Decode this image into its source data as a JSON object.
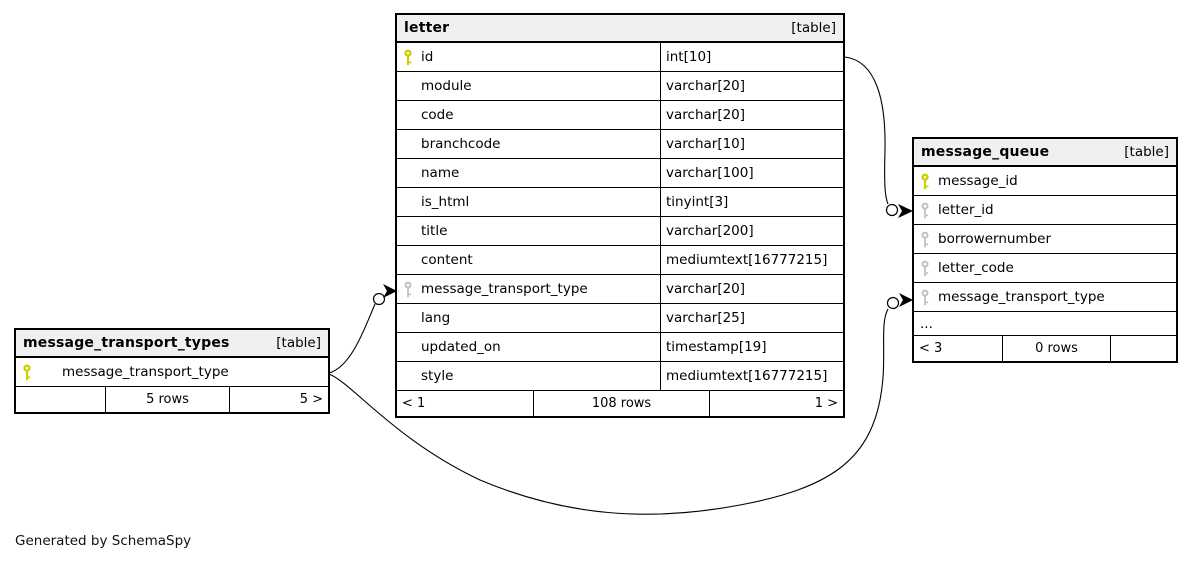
{
  "diagram": {
    "generator_note": "Generated by SchemaSpy"
  },
  "colors": {
    "header_bg": "#f0f0f0",
    "border": "#000000",
    "primary_key": "#cfcf00",
    "foreign_key": "#c3c3c3",
    "background": "#ffffff"
  },
  "tables": {
    "letter": {
      "title": "letter",
      "badge": "[table]",
      "columns": [
        {
          "name": "id",
          "type": "int[10]",
          "key": "primary"
        },
        {
          "name": "module",
          "type": "varchar[20]",
          "key": "none"
        },
        {
          "name": "code",
          "type": "varchar[20]",
          "key": "none"
        },
        {
          "name": "branchcode",
          "type": "varchar[10]",
          "key": "none"
        },
        {
          "name": "name",
          "type": "varchar[100]",
          "key": "none"
        },
        {
          "name": "is_html",
          "type": "tinyint[3]",
          "key": "none"
        },
        {
          "name": "title",
          "type": "varchar[200]",
          "key": "none"
        },
        {
          "name": "content",
          "type": "mediumtext[16777215]",
          "key": "none"
        },
        {
          "name": "message_transport_type",
          "type": "varchar[20]",
          "key": "foreign"
        },
        {
          "name": "lang",
          "type": "varchar[25]",
          "key": "none"
        },
        {
          "name": "updated_on",
          "type": "timestamp[19]",
          "key": "none"
        },
        {
          "name": "style",
          "type": "mediumtext[16777215]",
          "key": "none"
        }
      ],
      "footer": {
        "left": "< 1",
        "center": "108 rows",
        "right": "1 >"
      }
    },
    "message_queue": {
      "title": "message_queue",
      "badge": "[table]",
      "columns": [
        {
          "name": "message_id",
          "key": "primary"
        },
        {
          "name": "letter_id",
          "key": "foreign"
        },
        {
          "name": "borrowernumber",
          "key": "foreign"
        },
        {
          "name": "letter_code",
          "key": "foreign"
        },
        {
          "name": "message_transport_type",
          "key": "foreign"
        }
      ],
      "ellipsis": "...",
      "footer": {
        "left": "< 3",
        "center": "0 rows",
        "right": ""
      }
    },
    "message_transport_types": {
      "title": "message_transport_types",
      "badge": "[table]",
      "columns": [
        {
          "name": "message_transport_type",
          "key": "primary"
        }
      ],
      "footer": {
        "left": "",
        "center": "5 rows",
        "right": "5 >"
      }
    }
  },
  "relationships": [
    {
      "from": "letter.id",
      "to": "message_queue.letter_id"
    },
    {
      "from": "message_transport_types.message_transport_type",
      "to": "letter.message_transport_type"
    },
    {
      "from": "message_transport_types.message_transport_type",
      "to": "message_queue.message_transport_type"
    }
  ]
}
